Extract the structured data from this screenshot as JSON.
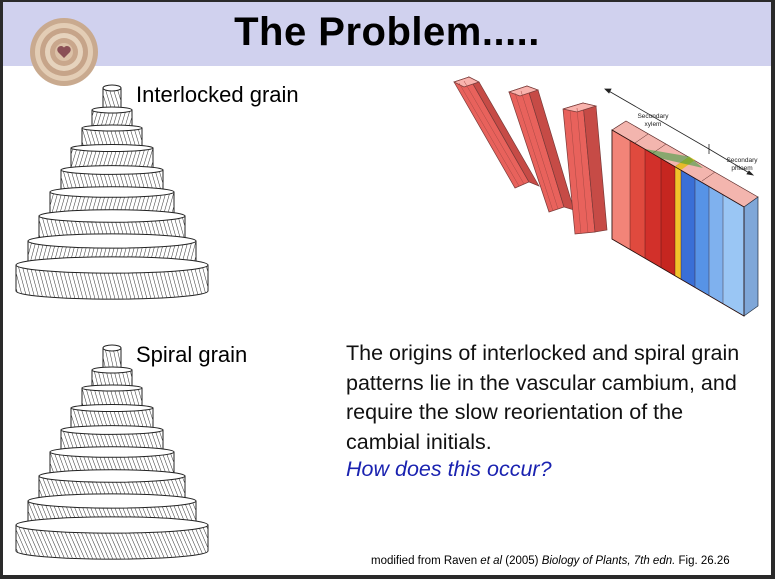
{
  "slide": {
    "title": "The Problem.....",
    "labels": {
      "interlocked": "Interlocked grain",
      "spiral": "Spiral grain"
    },
    "diagram": {
      "xylem": [
        "Secondary",
        "xylem"
      ],
      "phloem": [
        "Secondary",
        "phloem"
      ]
    },
    "body": "The origins of interlocked and spiral grain patterns lie in the vascular cambium, and require the slow reorientation of the cambial initials.",
    "question": "How does this occur?",
    "citation": {
      "prefix": "modified from Raven ",
      "et_al": "et al",
      "middle": " (2005) ",
      "book": "Biology of Plants, 7th edn.",
      "suffix": " Fig. 26.26"
    },
    "colors": {
      "title_bar": "#d0d1ee",
      "question": "#1a22b0",
      "xylem": "#d93a2e",
      "phloem": "#4a8fe0",
      "cambium": "#f2c22a"
    }
  }
}
